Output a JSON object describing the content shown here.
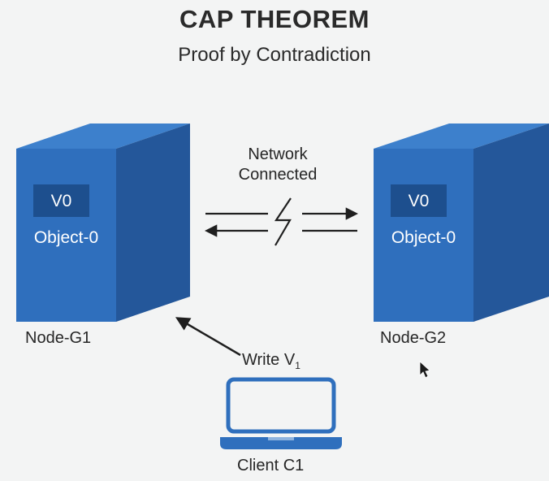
{
  "header": {
    "title": "CAP THEOREM",
    "subtitle": "Proof by Contradiction"
  },
  "link": {
    "label_line1": "Network",
    "label_line2": "Connected"
  },
  "node_g1": {
    "value": "V0",
    "object": "Object-0",
    "label": "Node-G1"
  },
  "node_g2": {
    "value": "V0",
    "object": "Object-0",
    "label": "Node-G2"
  },
  "write": {
    "text": "Write V",
    "subscript": "1"
  },
  "client": {
    "label": "Client C1"
  },
  "colors": {
    "server_front": "#2f6fbd",
    "server_side": "#24579a",
    "server_top": "#3d80cc",
    "value_box": "#1d4f8e",
    "laptop": "#2f6fbd",
    "arrow": "#1f1f1f"
  }
}
